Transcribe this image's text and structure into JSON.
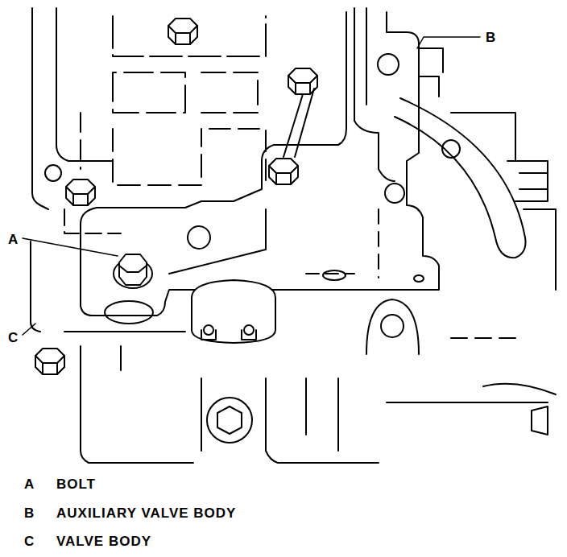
{
  "diagram": {
    "labels": [
      "A",
      "B",
      "C",
      "A",
      "BOLT",
      "B",
      "AUXILIARY VALVE BODY",
      "C",
      "VALVE BODY"
    ]
  }
}
